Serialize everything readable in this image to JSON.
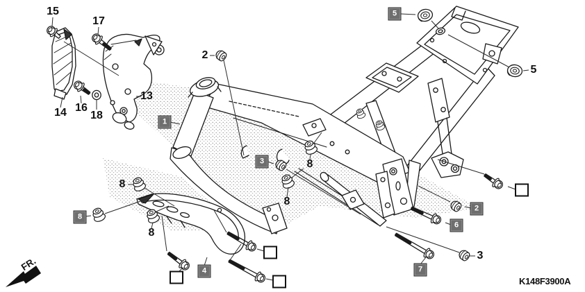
{
  "diagram": {
    "code": "K148F3900A",
    "fr_label": "FR."
  },
  "callouts": {
    "plain": [
      {
        "part": "15",
        "text": "15"
      },
      {
        "part": "17",
        "text": "17"
      },
      {
        "part": "2",
        "text": "2"
      },
      {
        "part": "5",
        "text": "5"
      },
      {
        "part": "13",
        "text": "13"
      },
      {
        "part": "14",
        "text": "14"
      },
      {
        "part": "16",
        "text": "16"
      },
      {
        "part": "18",
        "text": "18"
      },
      {
        "part": "8",
        "text": "8"
      },
      {
        "part": "8",
        "text": "8"
      },
      {
        "part": "8",
        "text": "8"
      },
      {
        "part": "8",
        "text": "8"
      },
      {
        "part": "3",
        "text": "3"
      }
    ],
    "boxed": [
      {
        "part": "1",
        "text": "1"
      },
      {
        "part": "5",
        "text": "5"
      },
      {
        "part": "3",
        "text": "3"
      },
      {
        "part": "8",
        "text": "8"
      },
      {
        "part": "2",
        "text": "2"
      },
      {
        "part": "6",
        "text": "6"
      },
      {
        "part": "4",
        "text": "4"
      },
      {
        "part": "7",
        "text": "7"
      }
    ],
    "colors": {
      "boxed_background": "#6e6e6e",
      "boxed_text": "#ffffff",
      "line_art": "#1a1a1a"
    }
  }
}
